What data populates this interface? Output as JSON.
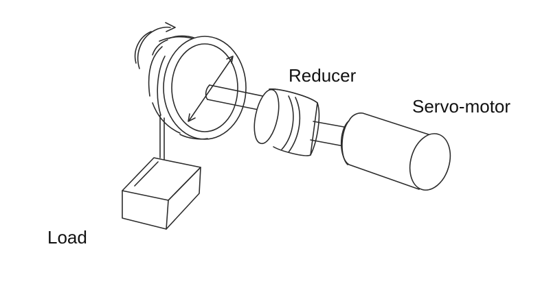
{
  "labels": {
    "reducer": "Reducer",
    "servo_motor": "Servo-motor",
    "load": "Load"
  },
  "colors": {
    "line": "#2b2b2b",
    "fill": "#ffffff",
    "text": "#111111"
  }
}
